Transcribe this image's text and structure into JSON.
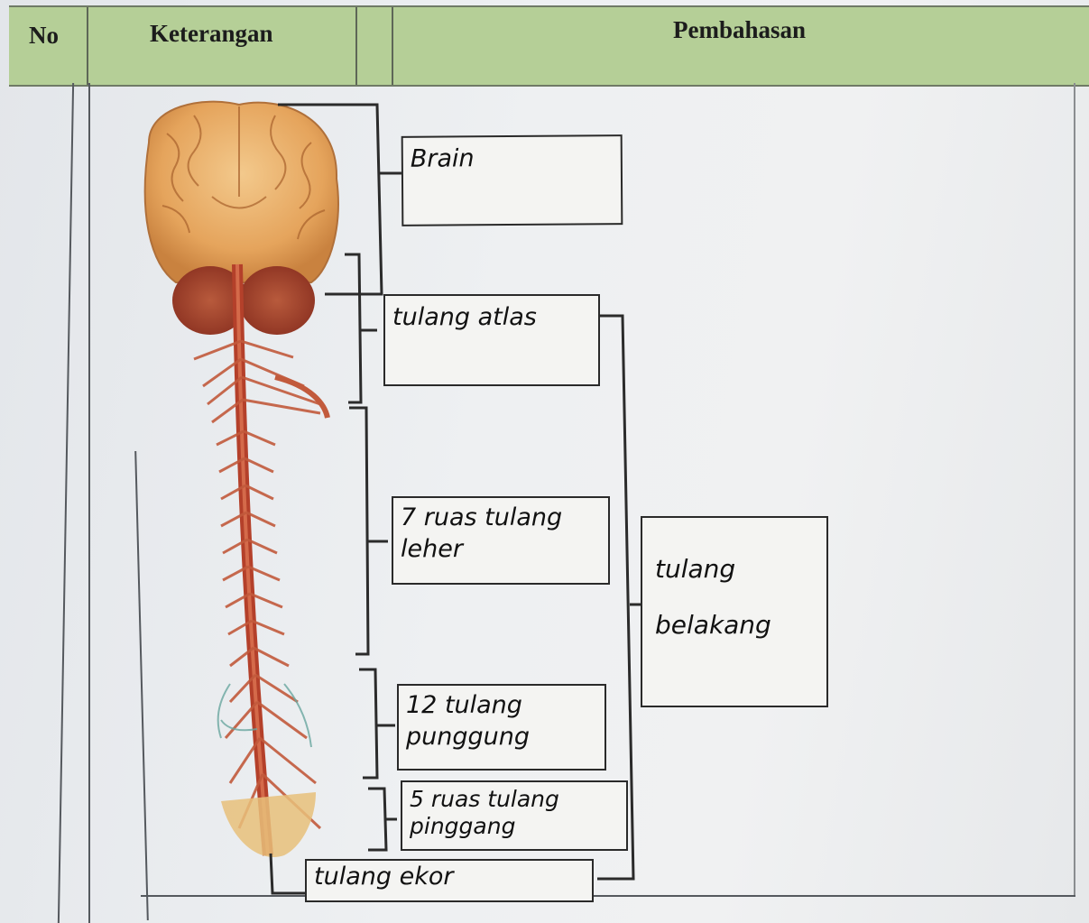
{
  "table": {
    "headers": {
      "no": "No",
      "keterangan": "Keterangan",
      "pembahasan": "Pembahasan"
    }
  },
  "diagram": {
    "labels": {
      "brain": "Brain",
      "atlas": "tulang atlas",
      "leher": "7 ruas tulang leher",
      "punggung": "12 tulang punggung",
      "pinggang": "5 ruas tulang pinggang",
      "ekor": "tulang ekor",
      "belakang": "tulang belakang"
    }
  }
}
